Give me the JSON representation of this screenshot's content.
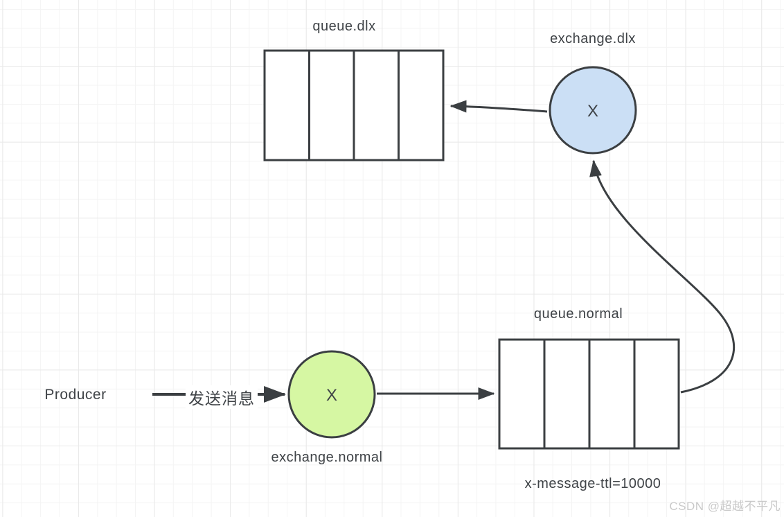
{
  "diagram": {
    "nodes": {
      "queue_dlx": {
        "label": "queue.dlx",
        "cells": 4
      },
      "exchange_dlx": {
        "label": "exchange.dlx",
        "symbol": "X",
        "fill": "#cbdff5"
      },
      "producer": {
        "label": "Producer"
      },
      "exchange_normal": {
        "label": "exchange.normal",
        "symbol": "X",
        "fill": "#d6f7a3"
      },
      "queue_normal": {
        "label": "queue.normal",
        "cells": 4,
        "ttl": "x-message-ttl=10000"
      }
    },
    "edges": {
      "send_message_label": "发送消息"
    },
    "colors": {
      "stroke": "#3b3f42",
      "text": "#3f4347",
      "exchange_dlx_fill": "#cbdff5",
      "exchange_normal_fill": "#d6f7a3",
      "watermark": "#c9c9c9"
    },
    "watermark": "CSDN @超越不平凡"
  }
}
